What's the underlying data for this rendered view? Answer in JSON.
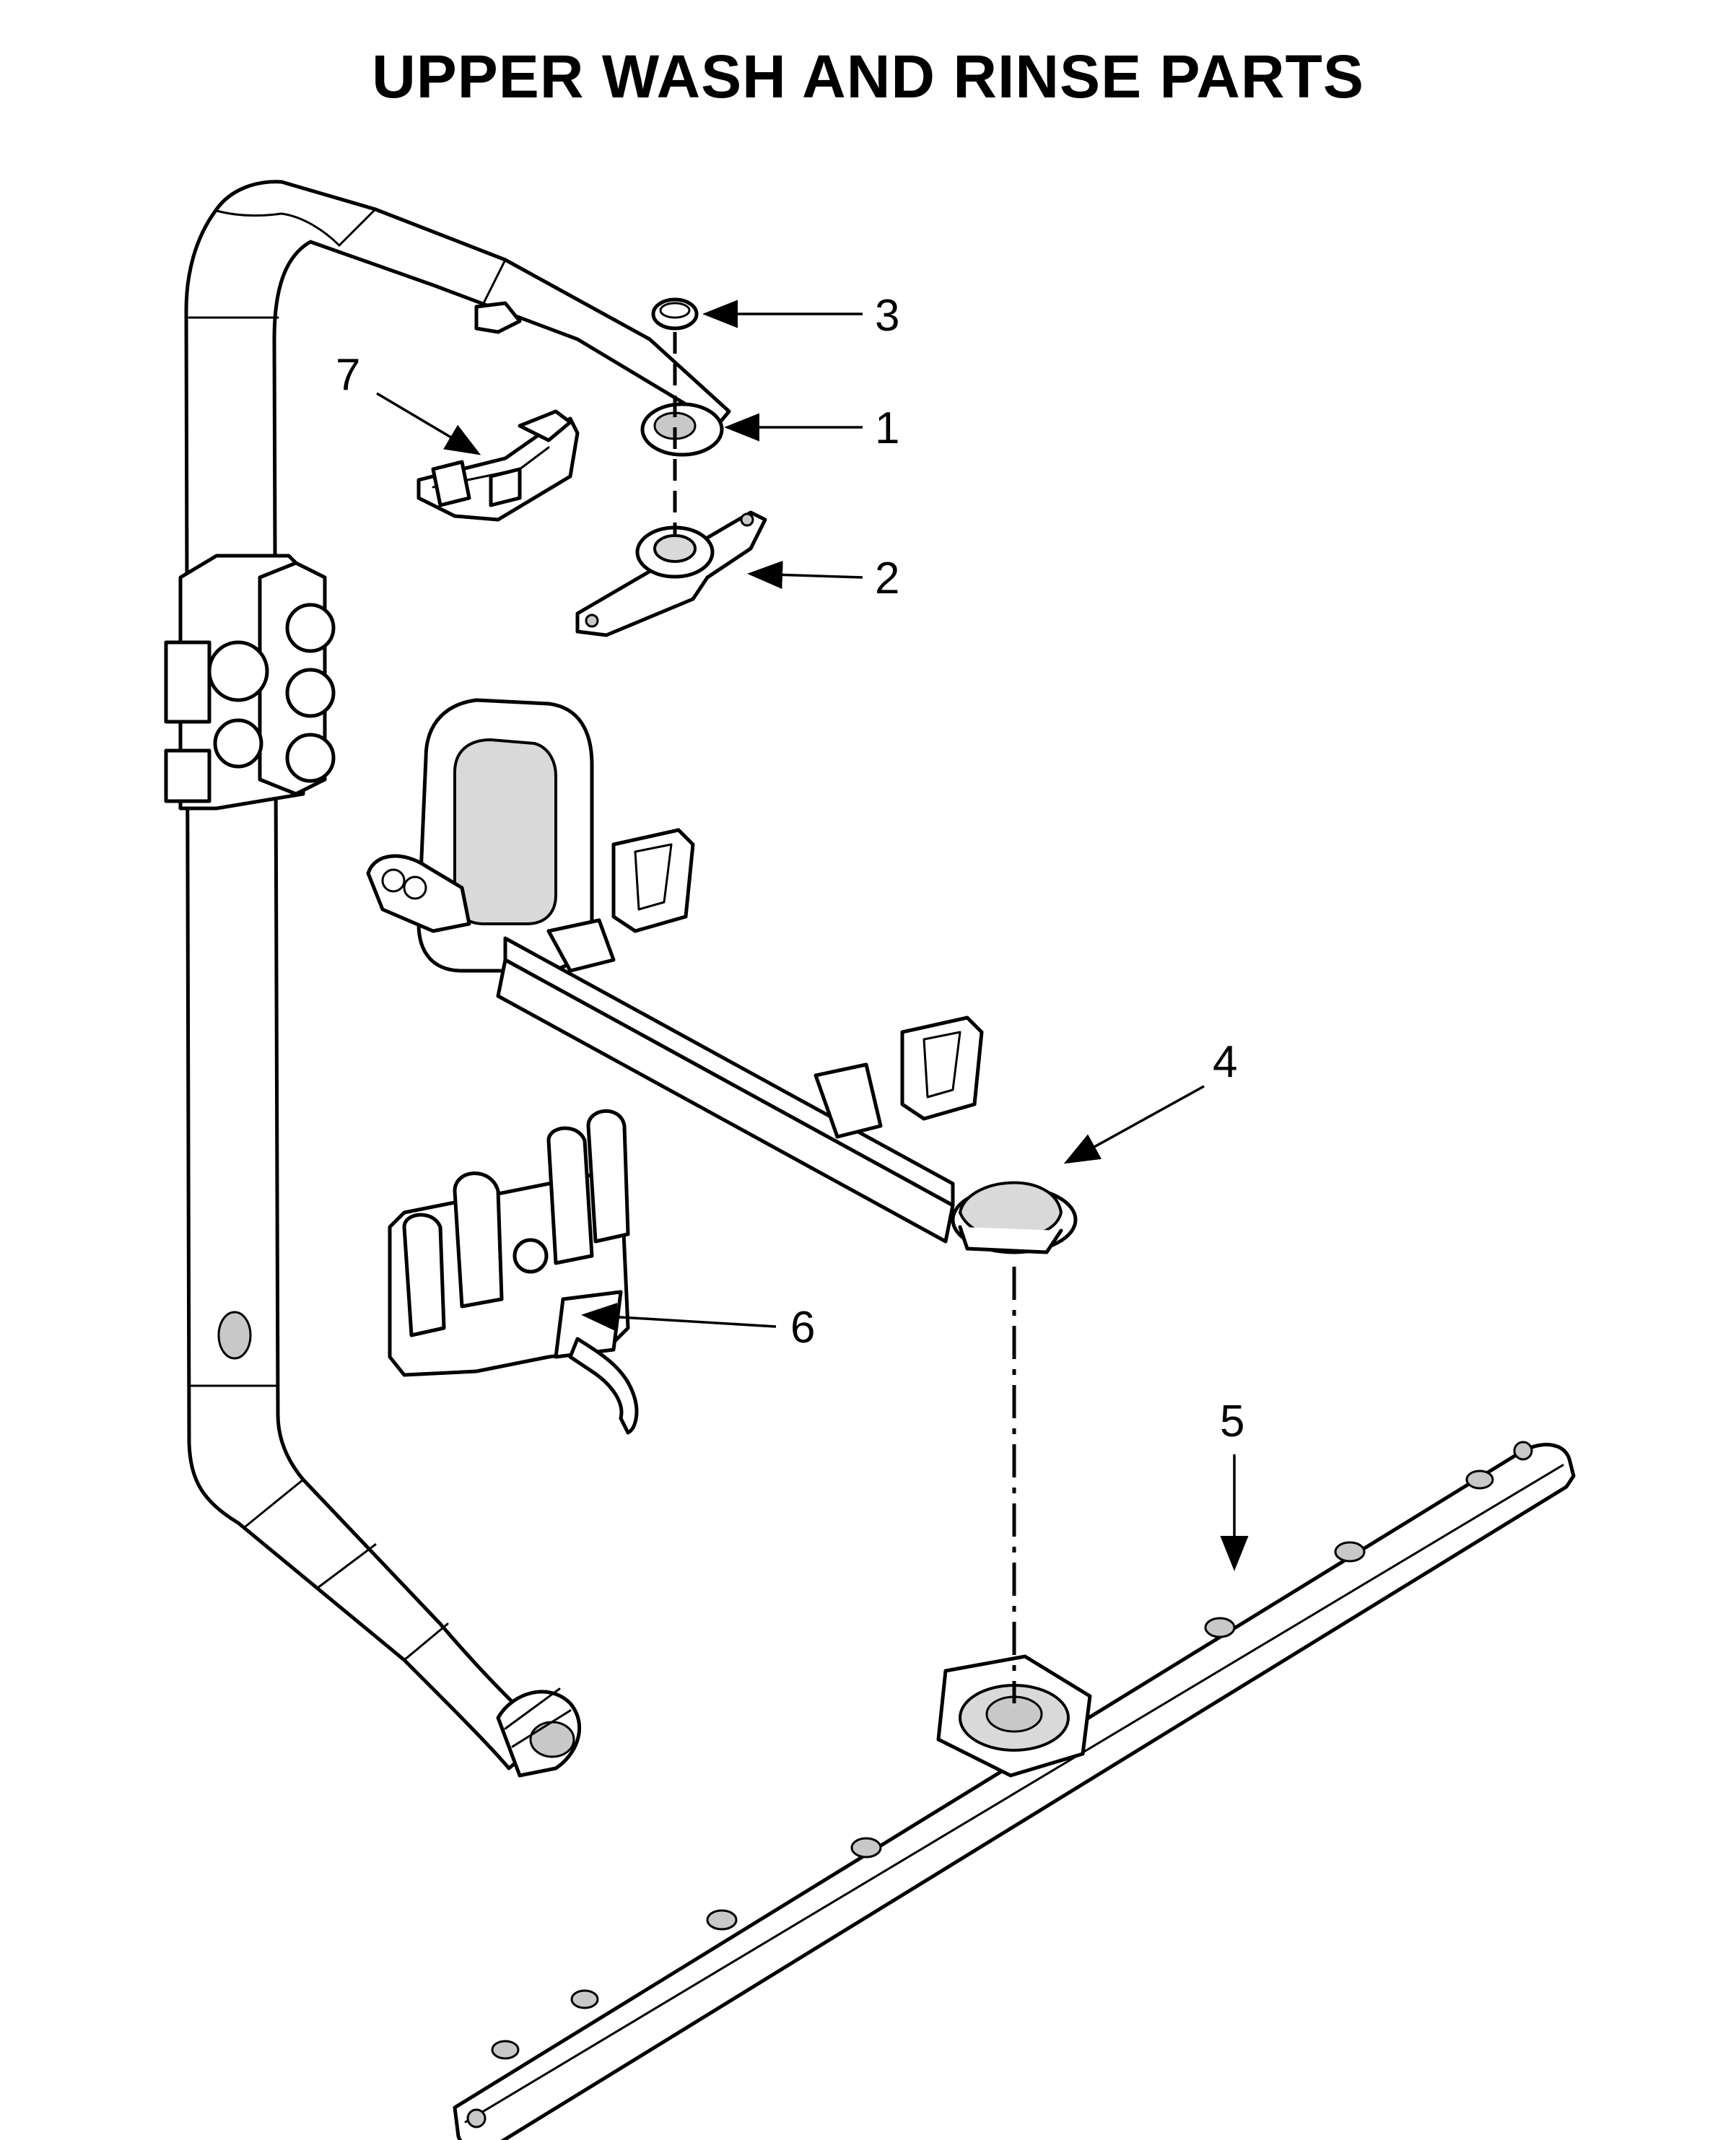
{
  "title": "UPPER WASH AND RINSE PARTS",
  "callouts": [
    {
      "id": "1",
      "label": "1"
    },
    {
      "id": "2",
      "label": "2"
    },
    {
      "id": "3",
      "label": "3"
    },
    {
      "id": "4",
      "label": "4"
    },
    {
      "id": "5",
      "label": "5"
    },
    {
      "id": "6",
      "label": "6"
    },
    {
      "id": "7",
      "label": "7"
    }
  ]
}
